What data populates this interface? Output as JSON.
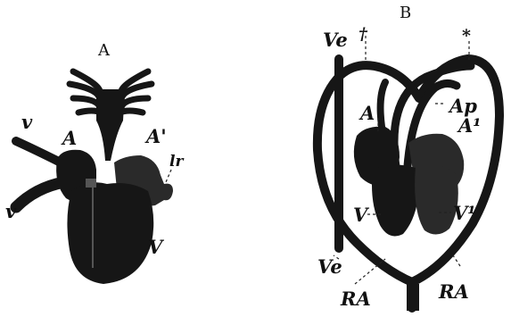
{
  "figure": {
    "a": {
      "caption": "A",
      "labels": {
        "v_upper": "v",
        "v_lower": "v",
        "atrium_left": "A",
        "atrium_right": "A'",
        "lr": "lr",
        "ventricle": "V"
      }
    },
    "b": {
      "caption": "B",
      "labels": {
        "ve_top": "Ve",
        "dagger": "†",
        "asterisk": "*",
        "ap": "Ap",
        "atrium_left": "A",
        "atrium_right": "A¹",
        "ventricle_left": "V",
        "ventricle_right": "V¹",
        "ve_bottom": "Ve",
        "ra_left": "RA",
        "ra_right": "RA"
      }
    },
    "colors": {
      "ink": "#161616",
      "paper": "#ffffff"
    }
  }
}
